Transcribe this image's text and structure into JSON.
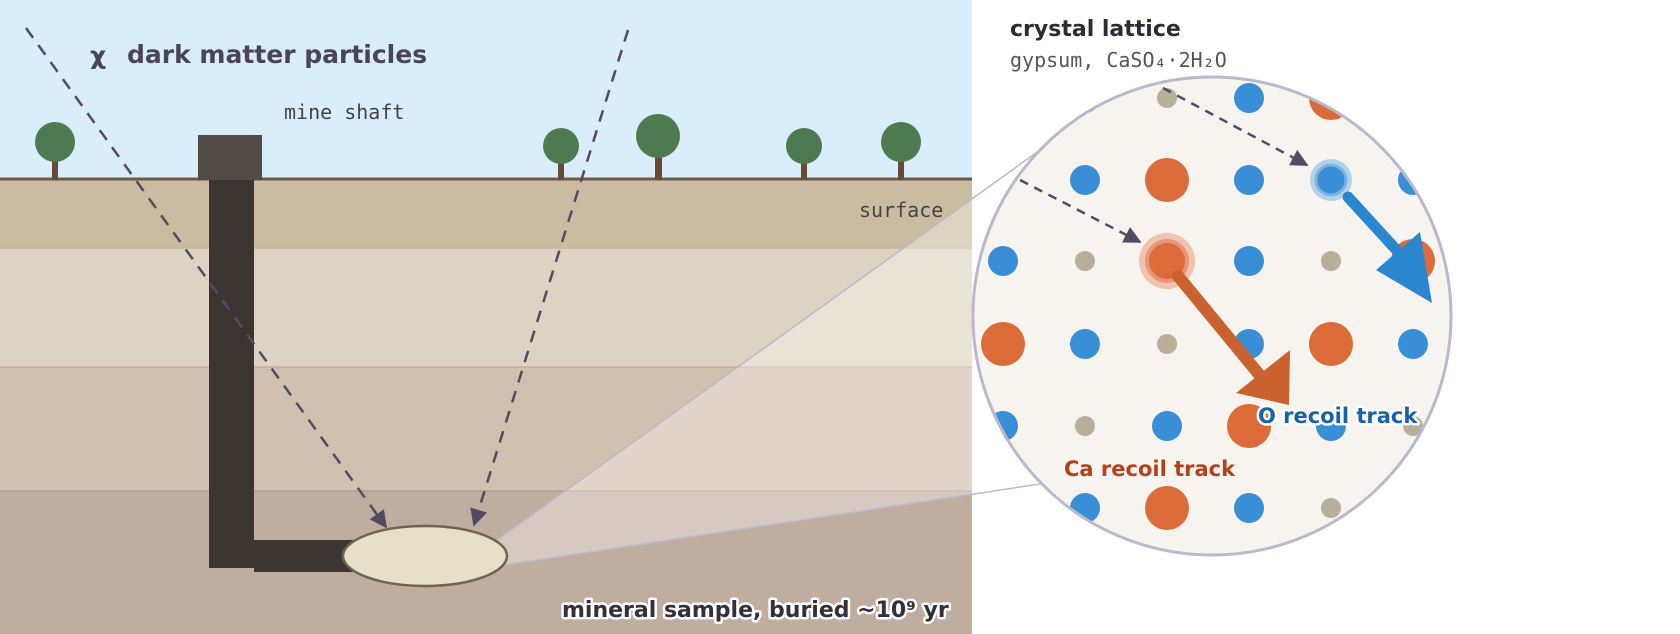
{
  "labels": {
    "chi_symbol": "χ",
    "dark_matter": "dark matter particles",
    "mine_shaft": "mine shaft",
    "surface": "surface",
    "mineral_sample": "mineral sample, buried ~10⁹ yr",
    "crystal_lattice": "crystal lattice",
    "gypsum": "gypsum, CaSO₄·2H₂O",
    "ca_track": "Ca recoil track",
    "o_track": "O recoil track"
  },
  "colors": {
    "sky": "#d9edfa",
    "ground_top": "#c9bca0",
    "layer_2": "#ddd3c2",
    "layer_3": "#d1bfb0",
    "layer_4": "#bfada0",
    "shaft": "#3a3530",
    "shaft_cap": "#514a45",
    "tree": "#4e7a52",
    "trunk": "#6b4a35",
    "sample": "#e6e0c8",
    "lattice_bg": "#f7f4f0",
    "calcium": "#dc6b3a",
    "oxygen": "#3a8ed6",
    "sulfur": "#b8ae9a",
    "particle_path": "#524a62",
    "ca_track_text": "#b3421c",
    "o_track_text": "#1a62a8",
    "text_dark": "#4a4458"
  }
}
